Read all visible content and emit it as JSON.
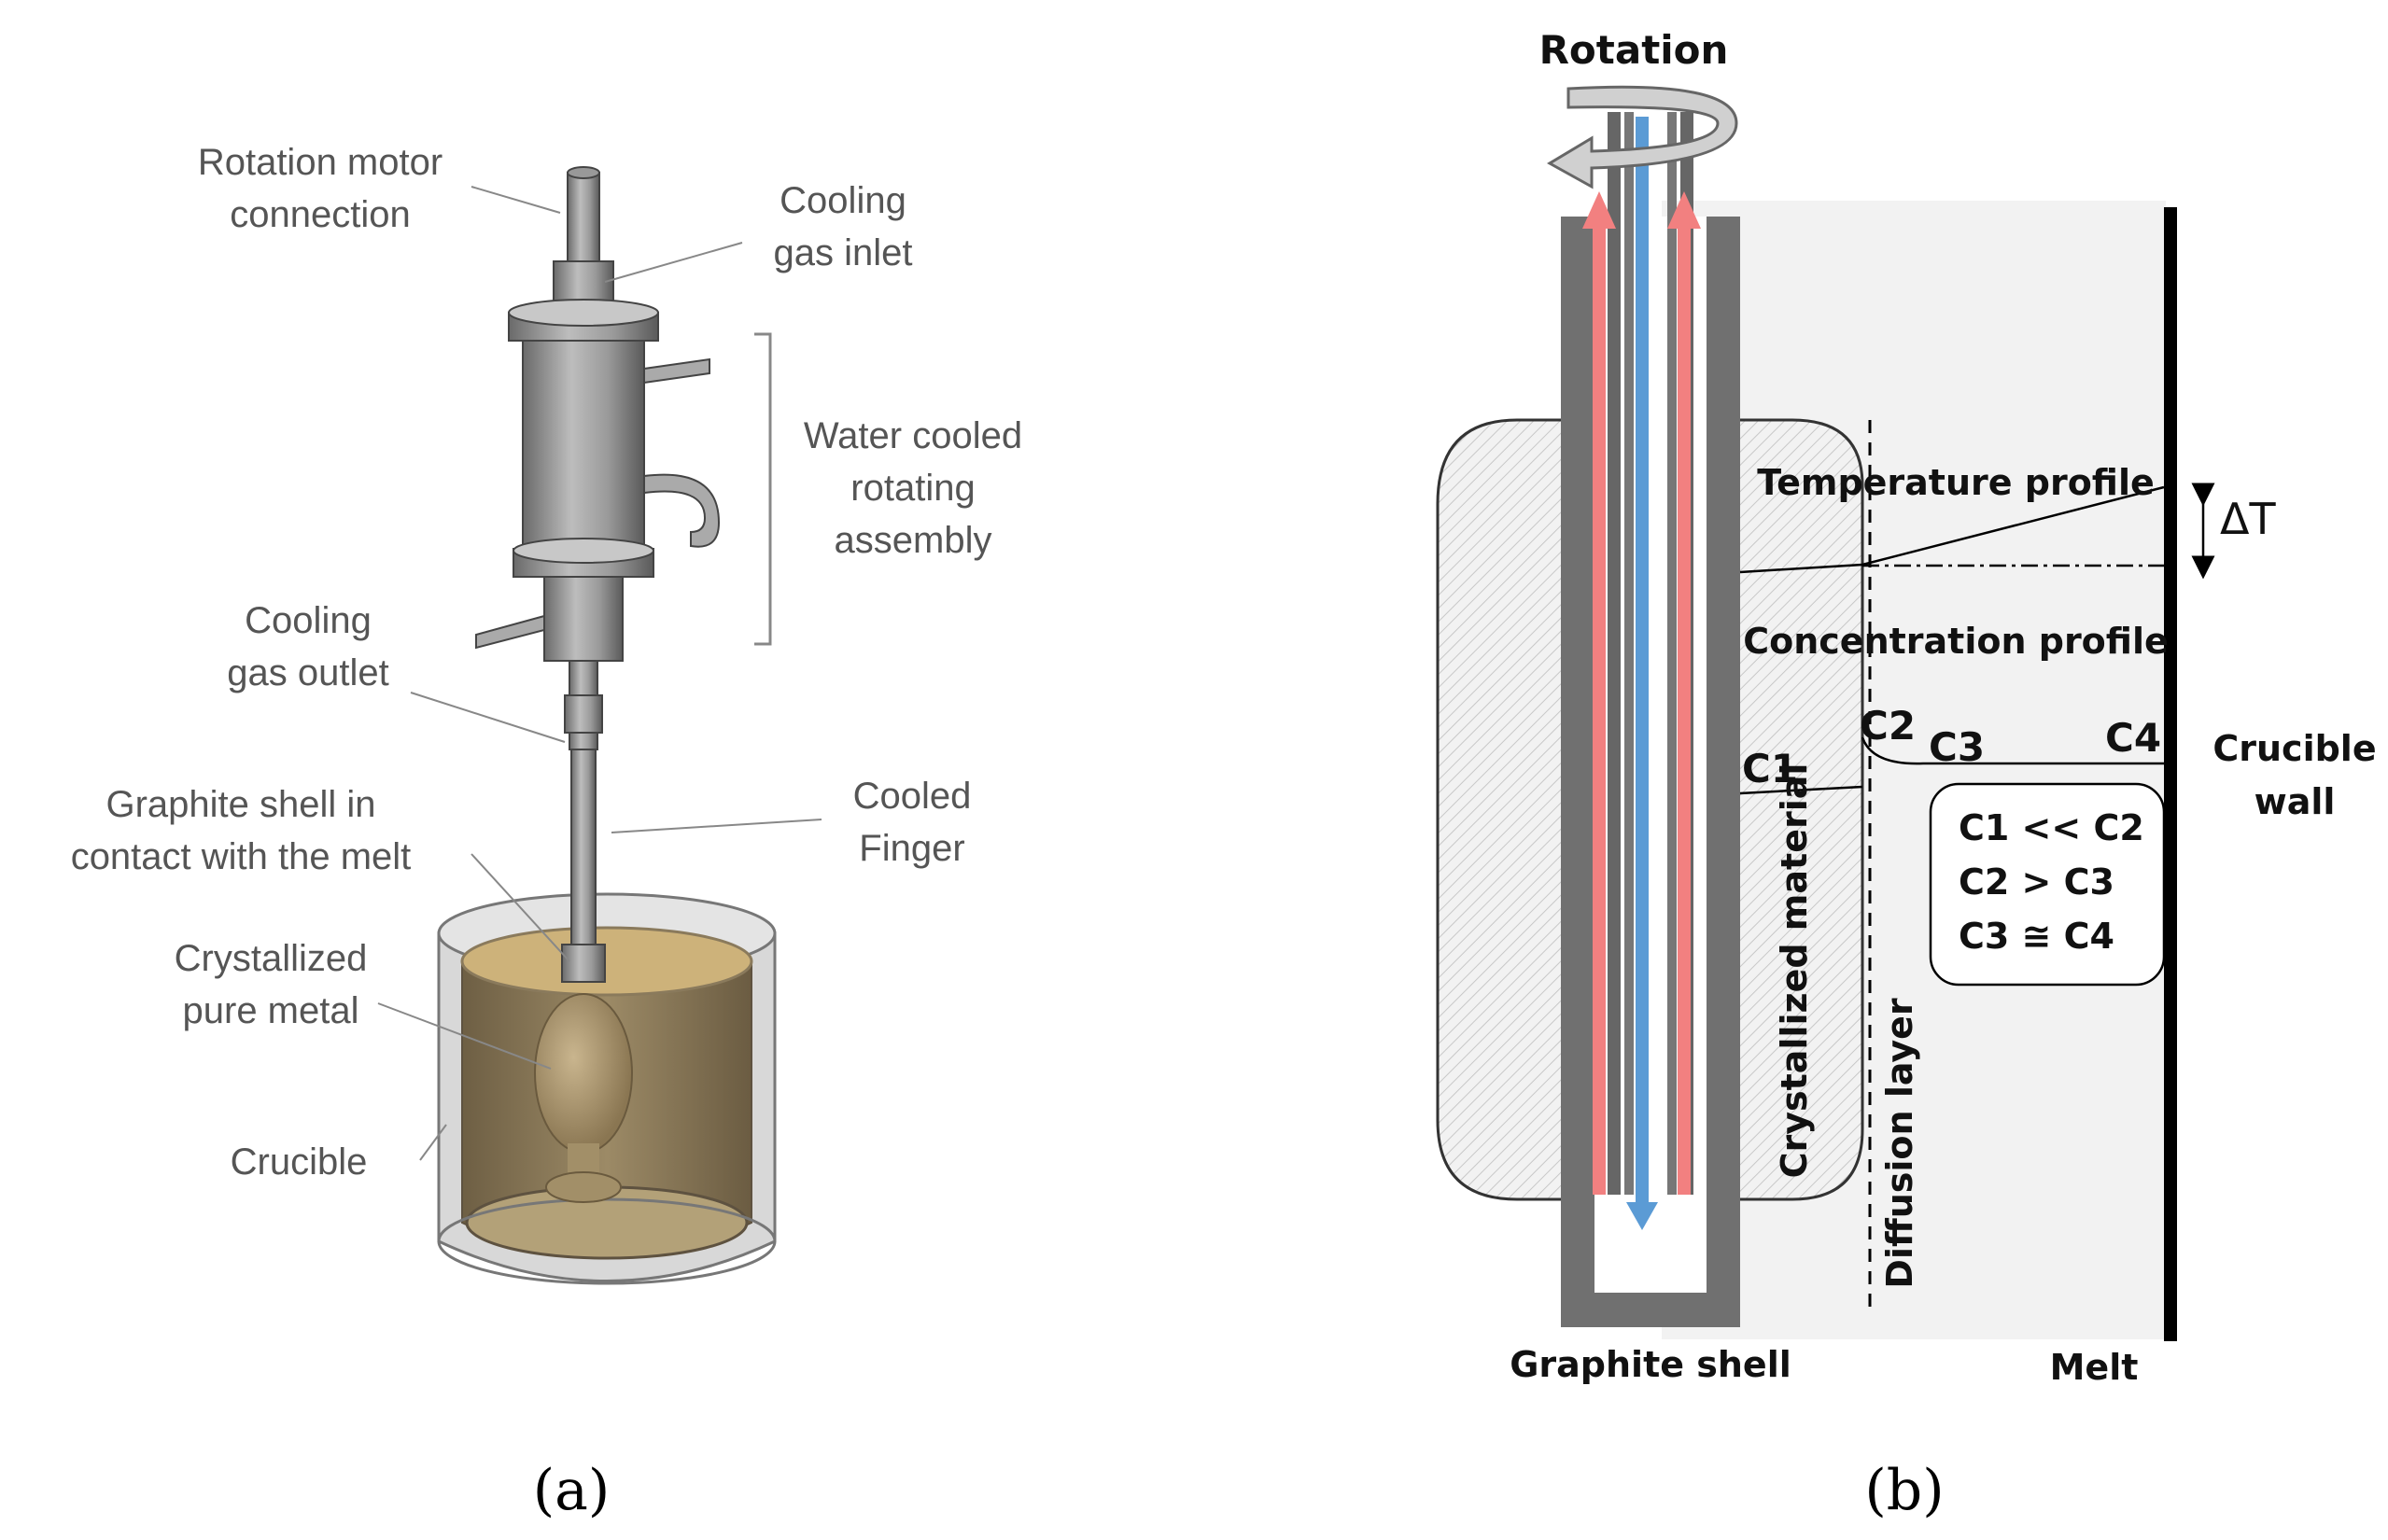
{
  "panel_a": {
    "labels": {
      "motor_1": "Rotation motor",
      "motor_2": "connection",
      "gas_in_1": "Cooling",
      "gas_in_2": "gas inlet",
      "water_1": "Water cooled",
      "water_2": "rotating",
      "water_3": "assembly",
      "gas_out_1": "Cooling",
      "gas_out_2": "gas outlet",
      "shell_1": "Graphite shell in",
      "shell_2": "contact with the melt",
      "finger_1": "Cooled",
      "finger_2": "Finger",
      "crystal_1": "Crystallized",
      "crystal_2": "pure metal",
      "crucible": "Crucible"
    },
    "caption": "(a)"
  },
  "panel_b": {
    "labels": {
      "rotation": "Rotation",
      "temperature_profile": "Temperature profile",
      "delta_t": "ΔT",
      "concentration_profile": "Concentration profile",
      "c1": "C1",
      "c2": "C2",
      "c3": "C3",
      "c4": "C4",
      "crucible_wall_1": "Crucible",
      "crucible_wall_2": "wall",
      "rel_1": "C1 << C2",
      "rel_2": "C2 > C3",
      "rel_3": "C3 ≅ C4",
      "crystallized_material": "Crystallized material",
      "diffusion_layer": "Diffusion layer",
      "graphite_shell": "Graphite shell",
      "melt": "Melt"
    },
    "caption": "(b)"
  },
  "colors": {
    "red_flow": "#f28080",
    "blue_flow": "#5b9bd5",
    "shell_gray": "#707070",
    "melt_bg": "#f2f2f2",
    "crucible_brown": "#8a7a5c"
  }
}
